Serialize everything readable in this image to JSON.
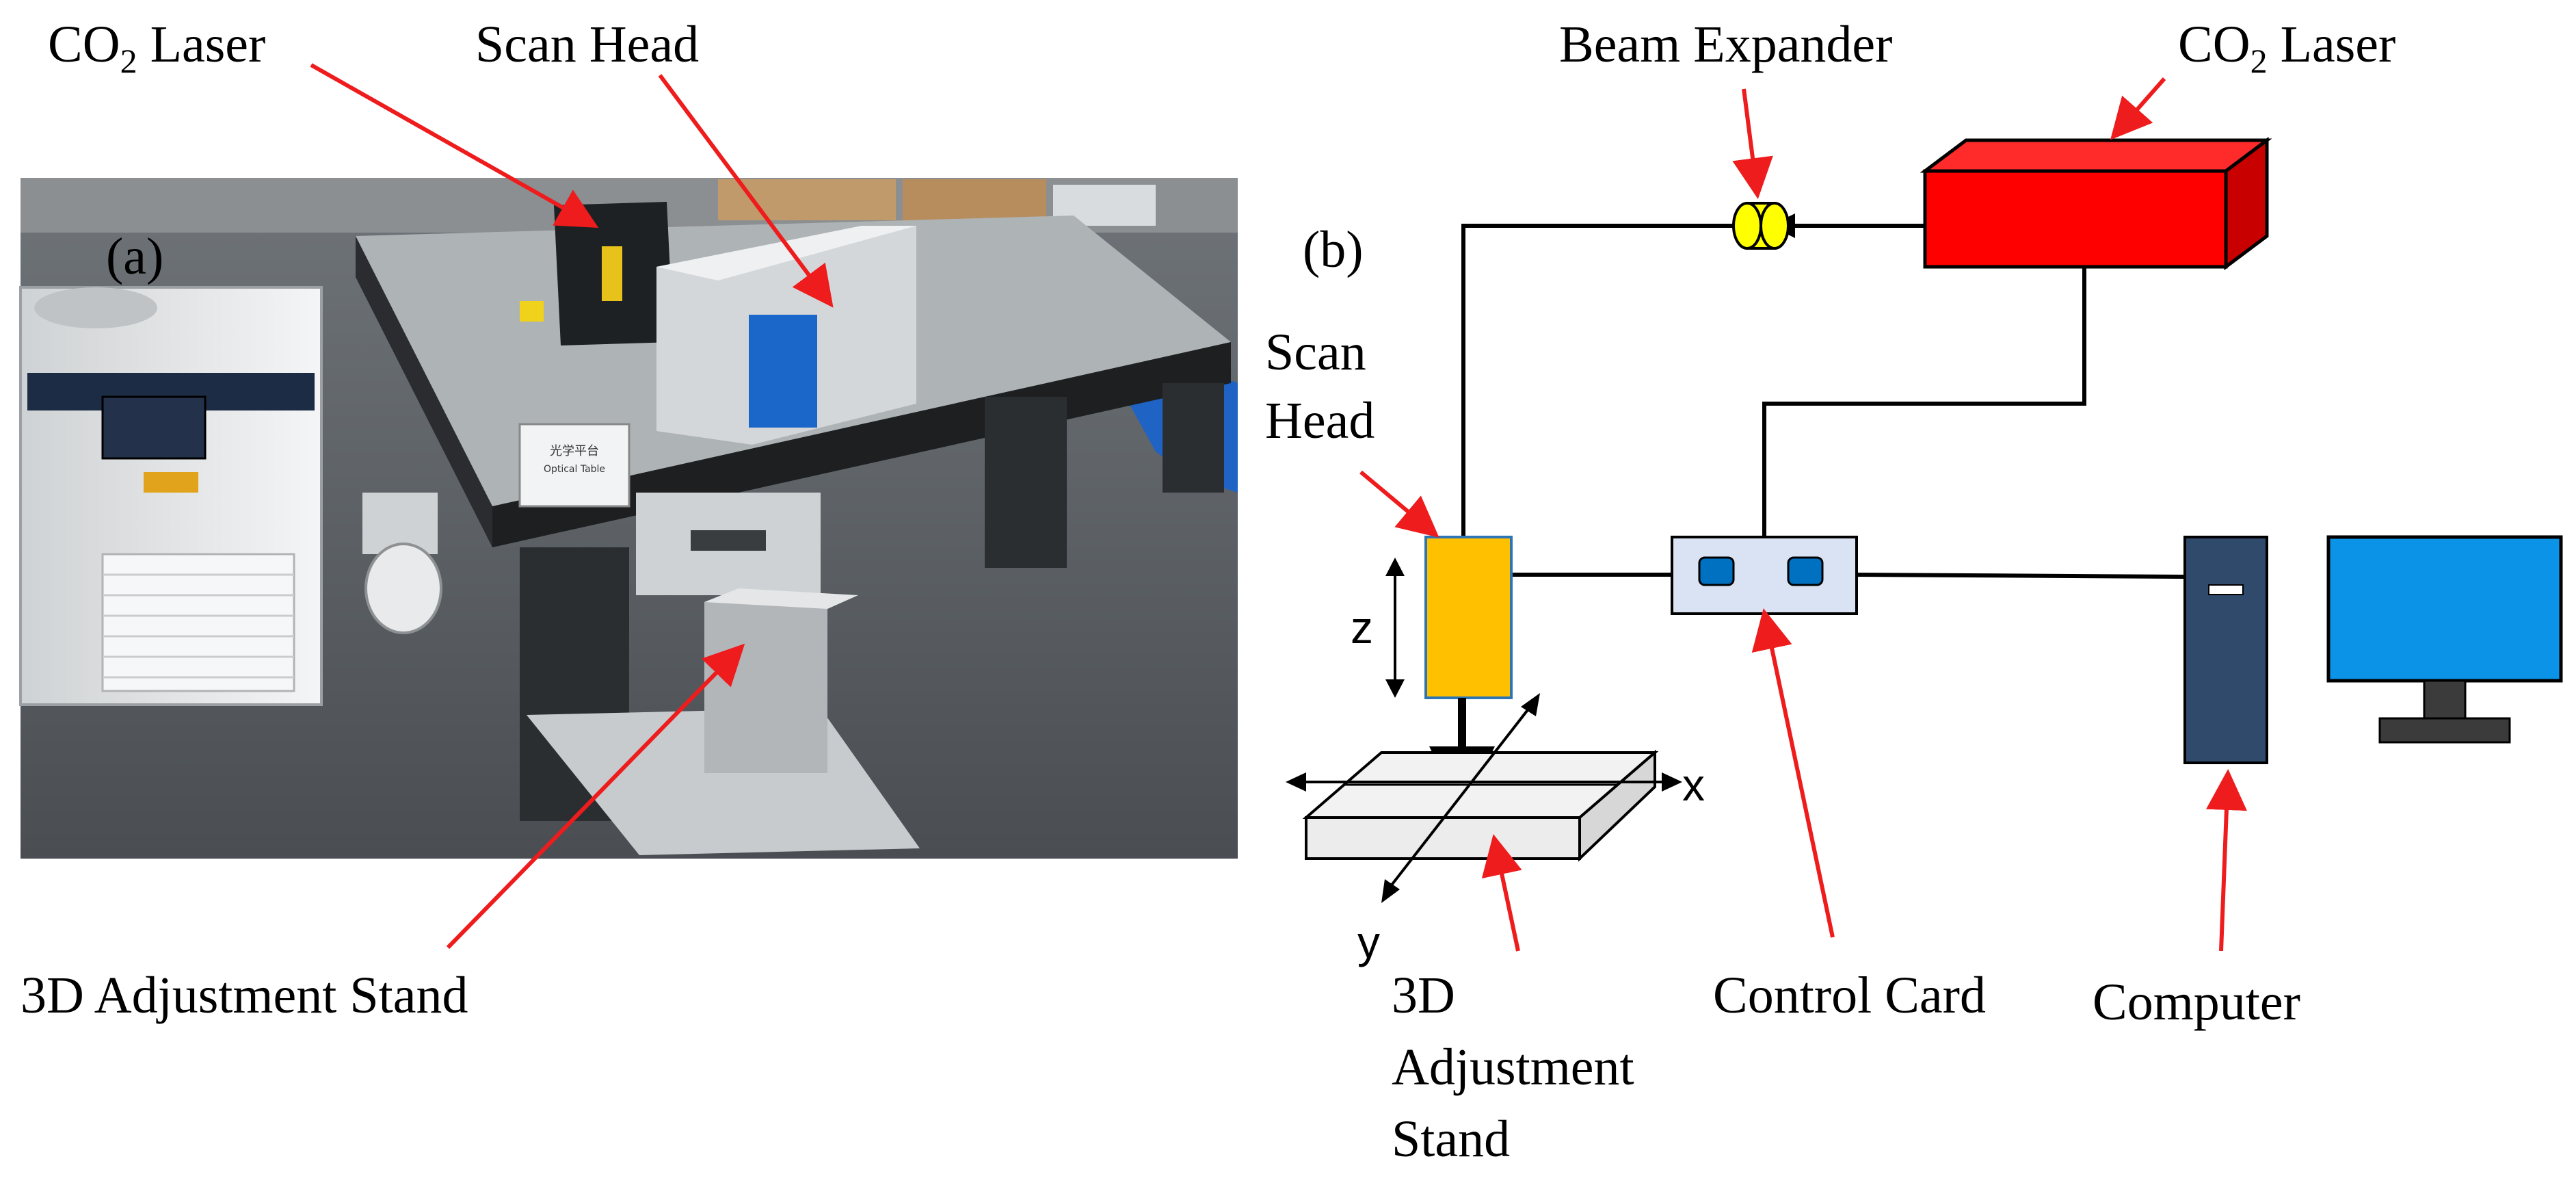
{
  "panel_a": {
    "tag": "(a)",
    "labels": {
      "laser": {
        "main": "CO",
        "sub": "2",
        "rest": " Laser"
      },
      "scan_head": "Scan Head",
      "stand": "3D Adjustment Stand"
    },
    "table_sign": [
      "光学平台",
      "Optical Table"
    ]
  },
  "panel_b": {
    "tag": "(b)",
    "labels": {
      "beam_expander": "Beam Expander",
      "laser": {
        "main": "CO",
        "sub": "2",
        "rest": " Laser"
      },
      "scan_head": [
        "Scan",
        "Head"
      ],
      "control_card": "Control Card",
      "computer": "Computer",
      "stand": [
        "3D",
        "Adjustment",
        "Stand"
      ]
    },
    "axes": {
      "x": "x",
      "y": "y",
      "z": "z"
    }
  },
  "colors": {
    "arrow": "#ee1c1c",
    "laser": "#ff0000",
    "scan_head": "#ffc000",
    "beam_expander": "#ffff00",
    "control_card": "#dae3f3",
    "card_button": "#0070c0",
    "computer_tower": "#2f4a6b",
    "monitor_screen": "#0b93e8",
    "stand": "#ececec"
  }
}
